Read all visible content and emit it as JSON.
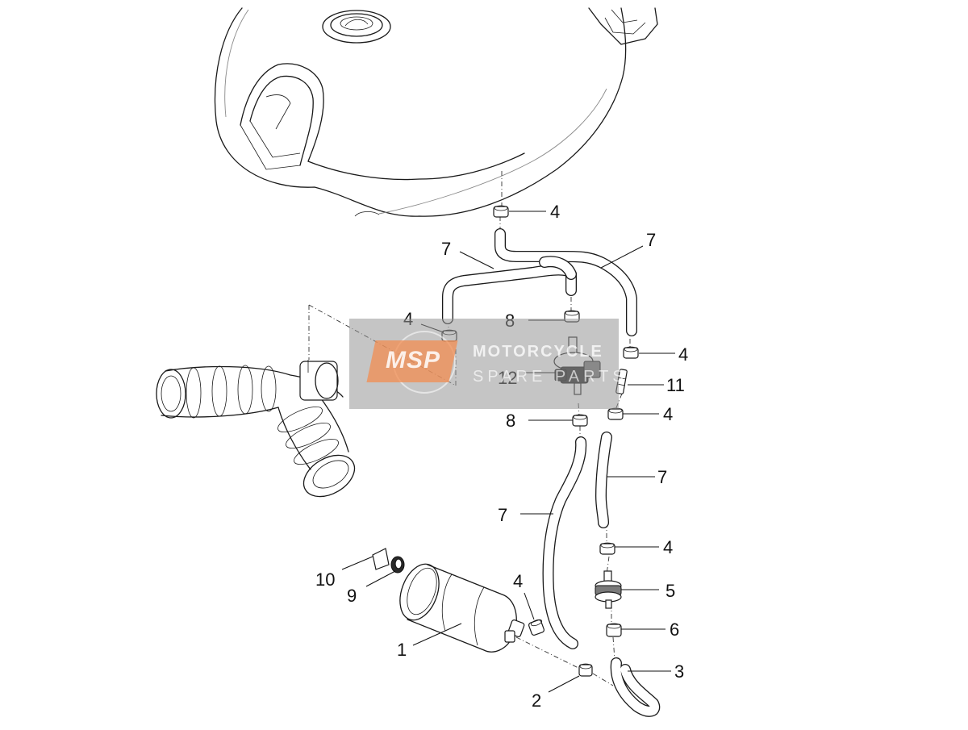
{
  "watermark": {
    "logo": "MSP",
    "line1": "MOTORCYCLE",
    "line2": "SPARE PARTS"
  },
  "callouts": [
    {
      "id": "c4a",
      "label": "4"
    },
    {
      "id": "c7a",
      "label": "7"
    },
    {
      "id": "c7b",
      "label": "7"
    },
    {
      "id": "c4b",
      "label": "4"
    },
    {
      "id": "c8a",
      "label": "8"
    },
    {
      "id": "c4c",
      "label": "4"
    },
    {
      "id": "c12",
      "label": "12"
    },
    {
      "id": "c11",
      "label": "11"
    },
    {
      "id": "c8b",
      "label": "8"
    },
    {
      "id": "c4d",
      "label": "4"
    },
    {
      "id": "c7c",
      "label": "7"
    },
    {
      "id": "c7d",
      "label": "7"
    },
    {
      "id": "c4e",
      "label": "4"
    },
    {
      "id": "c10",
      "label": "10"
    },
    {
      "id": "c9",
      "label": "9"
    },
    {
      "id": "c4f",
      "label": "4"
    },
    {
      "id": "c5",
      "label": "5"
    },
    {
      "id": "c6",
      "label": "6"
    },
    {
      "id": "c1",
      "label": "1"
    },
    {
      "id": "c3",
      "label": "3"
    },
    {
      "id": "c2",
      "label": "2"
    }
  ]
}
